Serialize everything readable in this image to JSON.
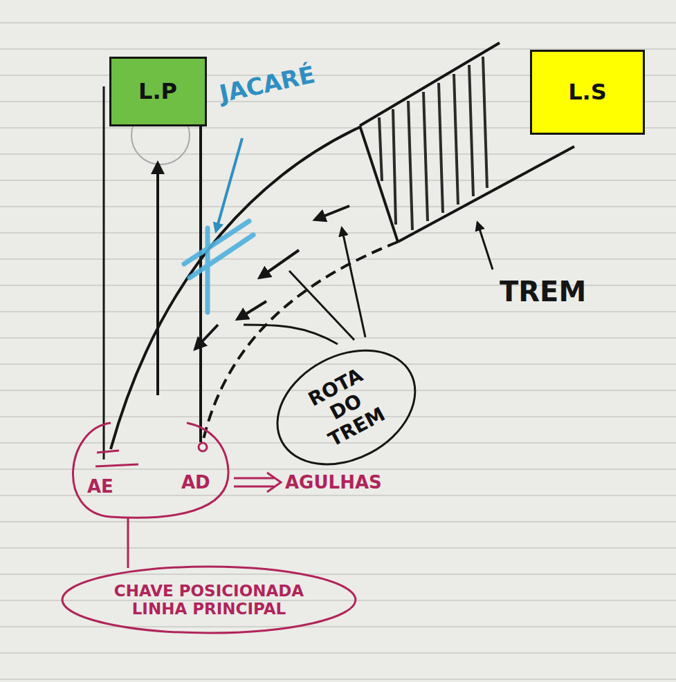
{
  "diagram": {
    "nodes": [
      {
        "text": [
          "L.P"
        ]
      },
      {
        "text": [
          "L.S"
        ]
      },
      {
        "text": [
          "ROTA DO TREM"
        ]
      },
      {
        "text": [
          "CHAVE POSICIONADA LINHA PRINCIPAL"
        ]
      }
    ],
    "labels": [
      "JACARÉ",
      "TREM",
      "AE",
      "AD",
      "AGULHAS"
    ]
  }
}
